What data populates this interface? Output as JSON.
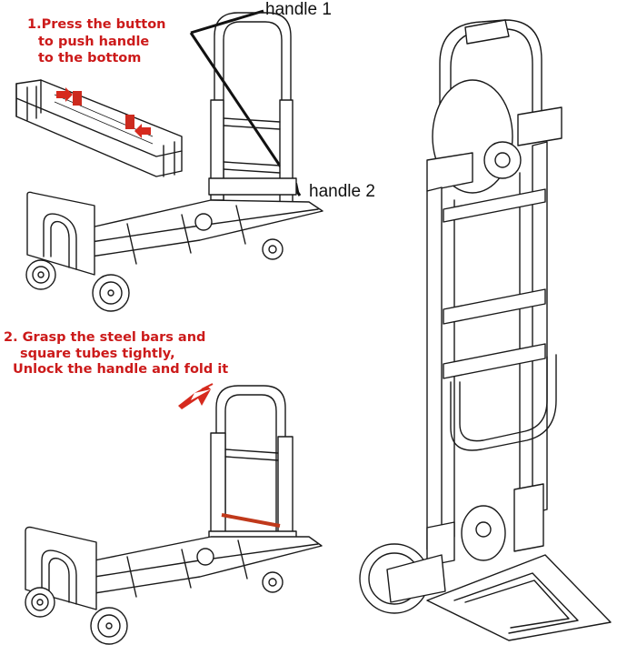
{
  "step1": {
    "line1": "1.Press the button",
    "line2": "to push handle",
    "line3": "to the bottom"
  },
  "step2": {
    "line1": "2. Grasp the steel bars and",
    "line2": "square tubes tightly,",
    "line3": "Unlock the handle and fold it"
  },
  "callouts": {
    "handle1": "handle 1",
    "handle2": "handle 2"
  },
  "colors": {
    "step_text": "#cc1a1a",
    "arrow_red": "#d62a1e",
    "line_art": "#1a1a1a",
    "highlight_bar": "#c0391b"
  },
  "icons": [
    "red-arrow-icon",
    "fold-direction-arrow-icon"
  ]
}
